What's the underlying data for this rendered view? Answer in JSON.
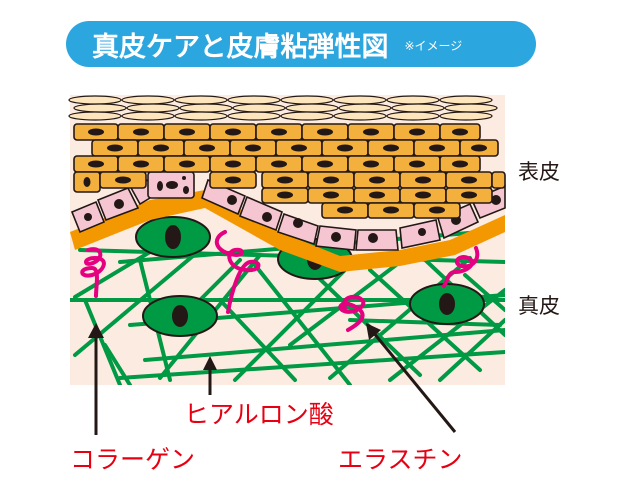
{
  "header": {
    "title": "真皮ケアと皮膚粘弾性図",
    "note": "※イメージ"
  },
  "layers": {
    "epidermis_label": "表皮",
    "dermis_label": "真皮"
  },
  "annotations": {
    "hyaluronic_acid": "ヒアルロン酸",
    "collagen": "コラーゲン",
    "elastin": "エラスチン"
  },
  "colors": {
    "title_bg": "#2ca6df",
    "background": "#fcebe1",
    "stratum_corneum": "#fde6bd",
    "granular_cells": "#f4b03c",
    "basal_cells": "#f5c6d2",
    "basement_membrane": "#f39800",
    "fibroblast": "#009944",
    "collagen_fiber": "#009944",
    "elastin_fiber": "#e4007f",
    "label_red": "#e60012",
    "label_dark": "#231815"
  }
}
